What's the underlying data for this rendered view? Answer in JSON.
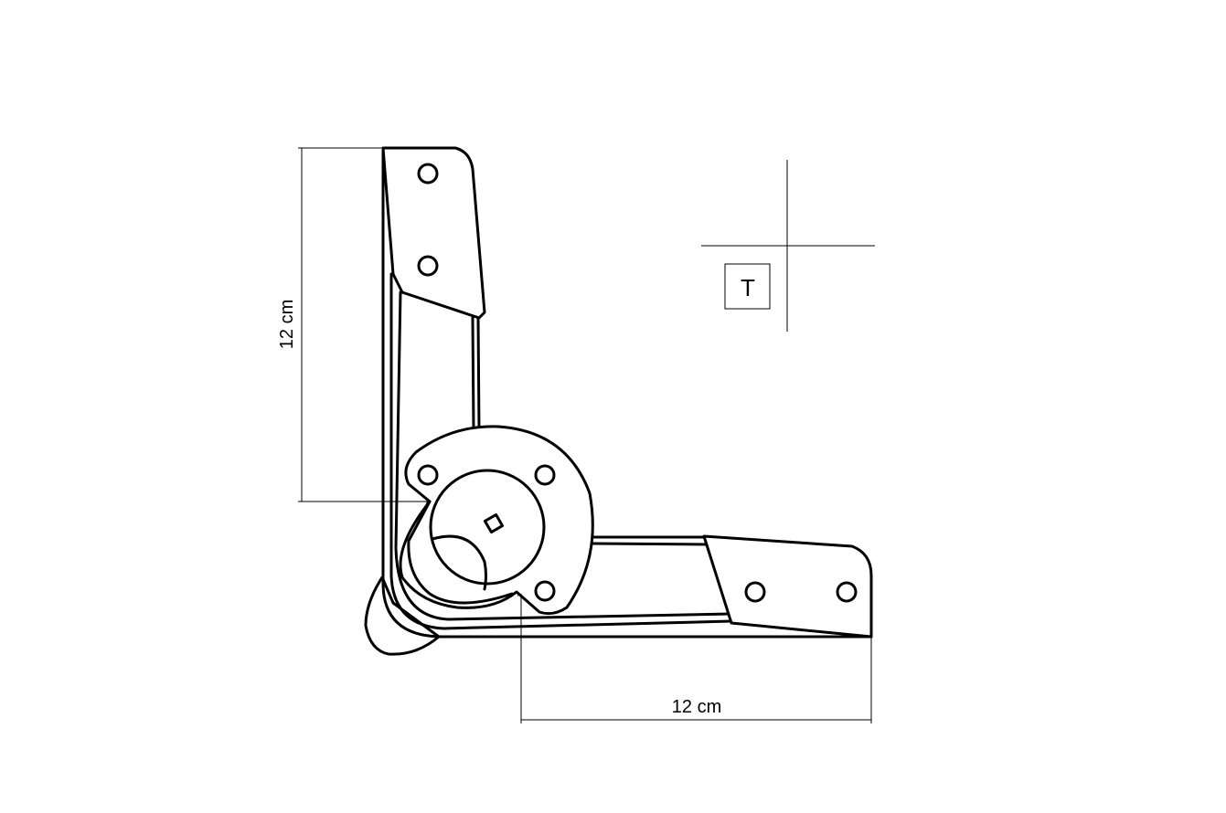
{
  "drawing": {
    "dimension_vertical_label": "12 cm",
    "dimension_horizontal_label": "12 cm",
    "symbol_label": "T",
    "line_color": "#000000",
    "background_color": "#ffffff"
  }
}
